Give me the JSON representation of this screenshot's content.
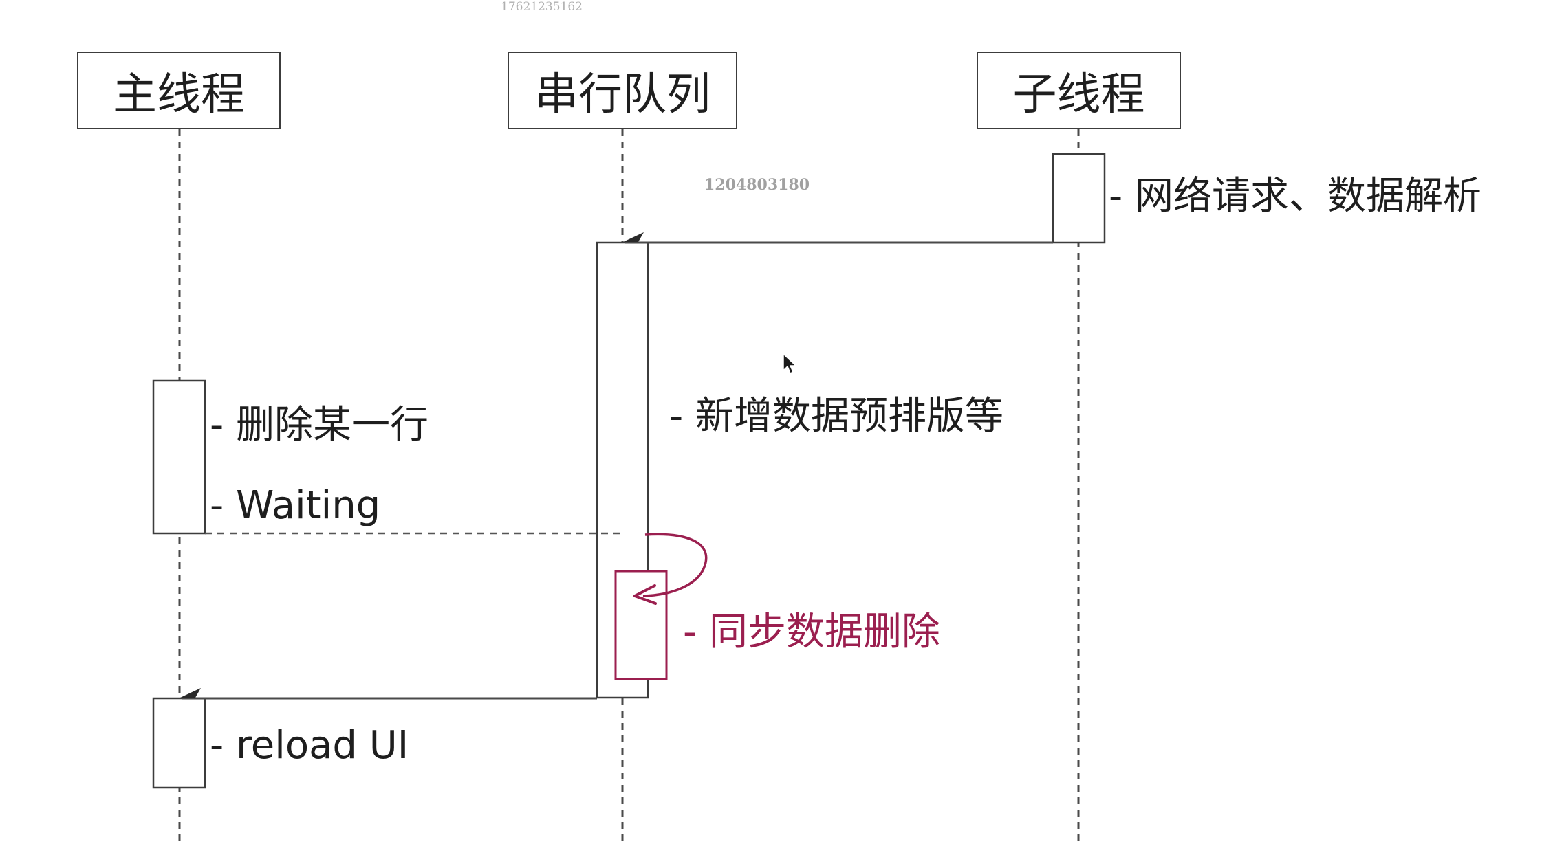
{
  "watermarks": {
    "top": "17621235162",
    "middle": "1204803180"
  },
  "lanes": [
    {
      "id": "main",
      "label": "主线程"
    },
    {
      "id": "serial",
      "label": "串行队列"
    },
    {
      "id": "child",
      "label": "子线程"
    }
  ],
  "notes": {
    "child_task": "- 网络请求、数据解析",
    "serial_task": "- 新增数据预排版等",
    "main_delete": "- 删除某一行",
    "main_waiting": "- Waiting",
    "serial_sync_delete": "- 同步数据删除",
    "main_reload": "- reload UI"
  },
  "colors": {
    "line": "#3c3c3c",
    "text": "#1e1e1e",
    "accent": "#9b1f4f",
    "background": "#ffffff"
  },
  "icons": {
    "cursor": "cursor-arrow-icon"
  }
}
